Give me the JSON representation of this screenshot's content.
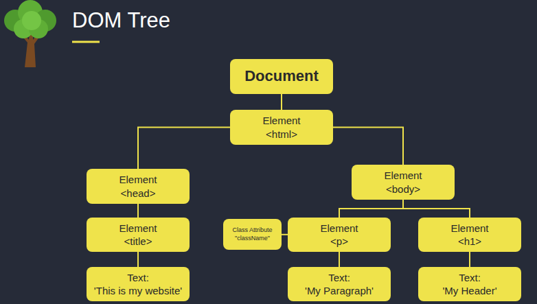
{
  "diagram": {
    "title": "DOM Tree",
    "nodes": [
      {
        "text": [
          "Document"
        ]
      },
      {
        "text": [
          "Element",
          "<html>"
        ]
      },
      {
        "text": [
          "Element",
          "<head>"
        ]
      },
      {
        "text": [
          "Element",
          "<body>"
        ]
      },
      {
        "text": [
          "Element",
          "<title>"
        ]
      },
      {
        "text": [
          "Class Attribute",
          "\"className\""
        ]
      },
      {
        "text": [
          "Element",
          "<p>"
        ]
      },
      {
        "text": [
          "Element",
          "<h1>"
        ]
      },
      {
        "text": [
          "Text:",
          "'This is my website'"
        ]
      },
      {
        "text": [
          "Text:",
          "'My Paragraph'"
        ]
      },
      {
        "text": [
          "Text:",
          "'My Header'"
        ]
      }
    ],
    "edges": [
      {
        "from": 0,
        "to": 1,
        "arrow": "none"
      },
      {
        "from": 1,
        "to": 2,
        "arrow": "none"
      },
      {
        "from": 1,
        "to": 3,
        "arrow": "none"
      },
      {
        "from": 2,
        "to": 4,
        "arrow": "none"
      },
      {
        "from": 3,
        "to": 6,
        "arrow": "none"
      },
      {
        "from": 3,
        "to": 7,
        "arrow": "none"
      },
      {
        "from": 5,
        "to": 6,
        "arrow": "none"
      },
      {
        "from": 4,
        "to": 8,
        "arrow": "none"
      },
      {
        "from": 6,
        "to": 9,
        "arrow": "none"
      },
      {
        "from": 7,
        "to": 10,
        "arrow": "none"
      }
    ]
  }
}
